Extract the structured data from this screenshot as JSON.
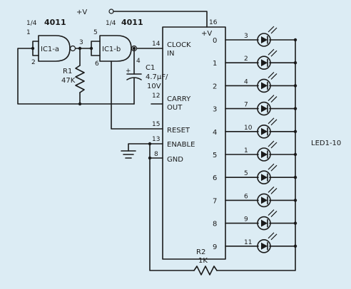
{
  "supply": "+V",
  "gates": {
    "a": {
      "frac": "1/4",
      "part": "4011",
      "name": "IC1-a",
      "pin1": "1",
      "pin2": "2",
      "pin3": "3"
    },
    "b": {
      "frac": "1/4",
      "part": "4011",
      "name": "IC1-b",
      "pin5": "5",
      "pin6": "6",
      "pin4": "4"
    }
  },
  "r1": {
    "name": "R1",
    "value": "47K"
  },
  "c1": {
    "name": "C1",
    "value1": "4.7µF/",
    "value2": "10V",
    "polarity": "+"
  },
  "r2": {
    "name": "R2",
    "value": "1K"
  },
  "chip": {
    "vcc_label": "+V",
    "vcc_pin": "16",
    "clock1": "CLOCK",
    "clock2": "IN",
    "clock_pin": "14",
    "carry1": "CARRY",
    "carry2": "OUT",
    "carry_pin": "12",
    "reset": "RESET",
    "reset_pin": "15",
    "enable": "ENABLE",
    "enable_pin": "13",
    "gnd": "GND",
    "gnd_pin": "8"
  },
  "outputs": [
    {
      "label": "0",
      "pin": "3"
    },
    {
      "label": "1",
      "pin": "2"
    },
    {
      "label": "2",
      "pin": "4"
    },
    {
      "label": "3",
      "pin": "7"
    },
    {
      "label": "4",
      "pin": "10"
    },
    {
      "label": "5",
      "pin": "1"
    },
    {
      "label": "6",
      "pin": "5"
    },
    {
      "label": "7",
      "pin": "6"
    },
    {
      "label": "8",
      "pin": "9"
    },
    {
      "label": "9",
      "pin": "11"
    }
  ],
  "led_label": "LED1-10"
}
